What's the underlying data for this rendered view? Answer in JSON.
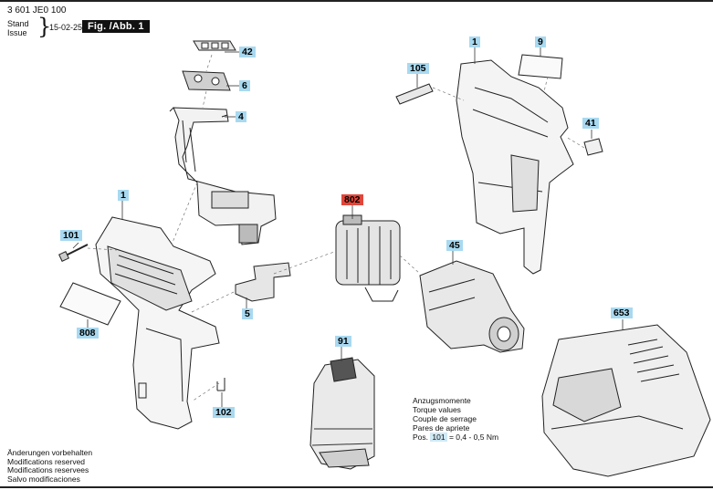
{
  "header": {
    "doc_number": "3 601 JE0 100",
    "stand_label": "Stand",
    "issue_label": "Issue",
    "date": "15-02-25",
    "fig_label": "Fig. /Abb. 1"
  },
  "callouts": {
    "p42": "42",
    "p6": "6",
    "p4": "4",
    "p1_left": "1",
    "p101": "101",
    "p5": "5",
    "p808": "808",
    "p102": "102",
    "p802": "802",
    "p45": "45",
    "p91": "91",
    "p105": "105",
    "p1_right": "1",
    "p9": "9",
    "p41": "41",
    "p653": "653"
  },
  "torque": {
    "lines": [
      "Anzugsmomente",
      "Torque values",
      "Couple de serrage",
      "Pares de apriete"
    ],
    "pos_label": "Pos.",
    "pos_value": "101",
    "value": "= 0,4 - 0,5 Nm"
  },
  "notes": [
    "Änderungen vorbehalten",
    "Modifications reserved",
    "Modifications reservees",
    "Salvo modificaciones"
  ],
  "colors": {
    "callout_bg": "#a8d9f0",
    "highlight_bg": "#e2453a"
  }
}
